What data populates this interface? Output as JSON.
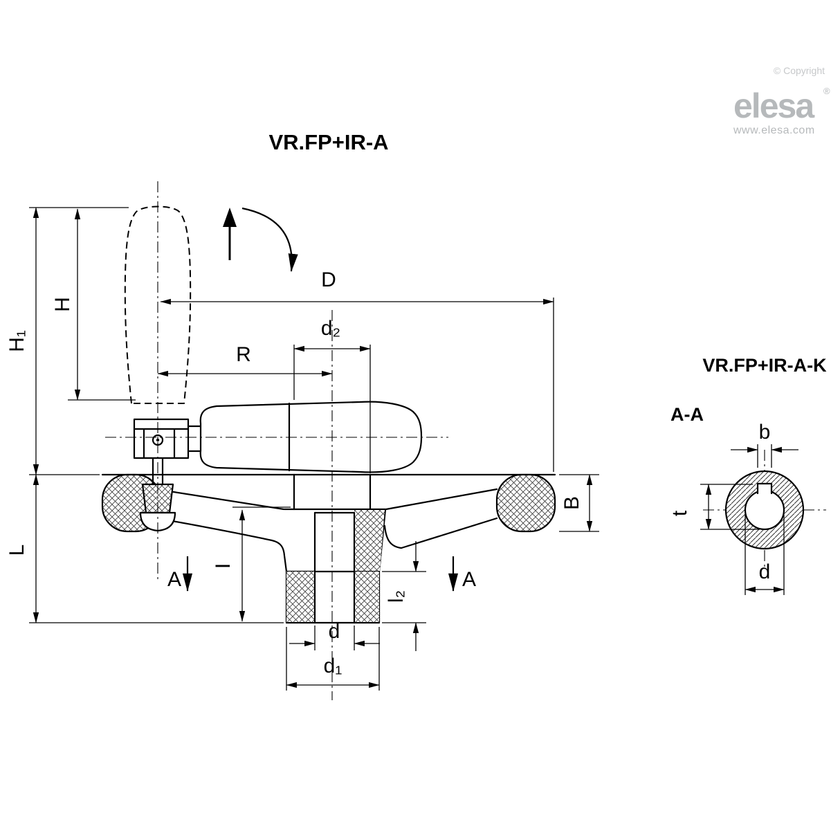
{
  "branding": {
    "copyright": "© Copyright",
    "logo": "elesa",
    "registered": "®",
    "website": "www.elesa.com"
  },
  "titles": {
    "main": "VR.FP+IR-A",
    "variant": "VR.FP+IR-A-K",
    "section": "A-A"
  },
  "dim_labels": {
    "H1": "H₁",
    "H": "H",
    "L": "L",
    "R": "R",
    "D": "D",
    "d2": "d₂",
    "A_left": "A",
    "A_right": "A",
    "I": "I",
    "l2": "l₂",
    "d": "d",
    "d1": "d₁",
    "B": "B",
    "b": "b",
    "t": "t",
    "d_bore": "d"
  },
  "colors": {
    "line": "#000000",
    "logo_gray": "#b6b9bb",
    "copyright_gray": "#c6c8ca"
  }
}
